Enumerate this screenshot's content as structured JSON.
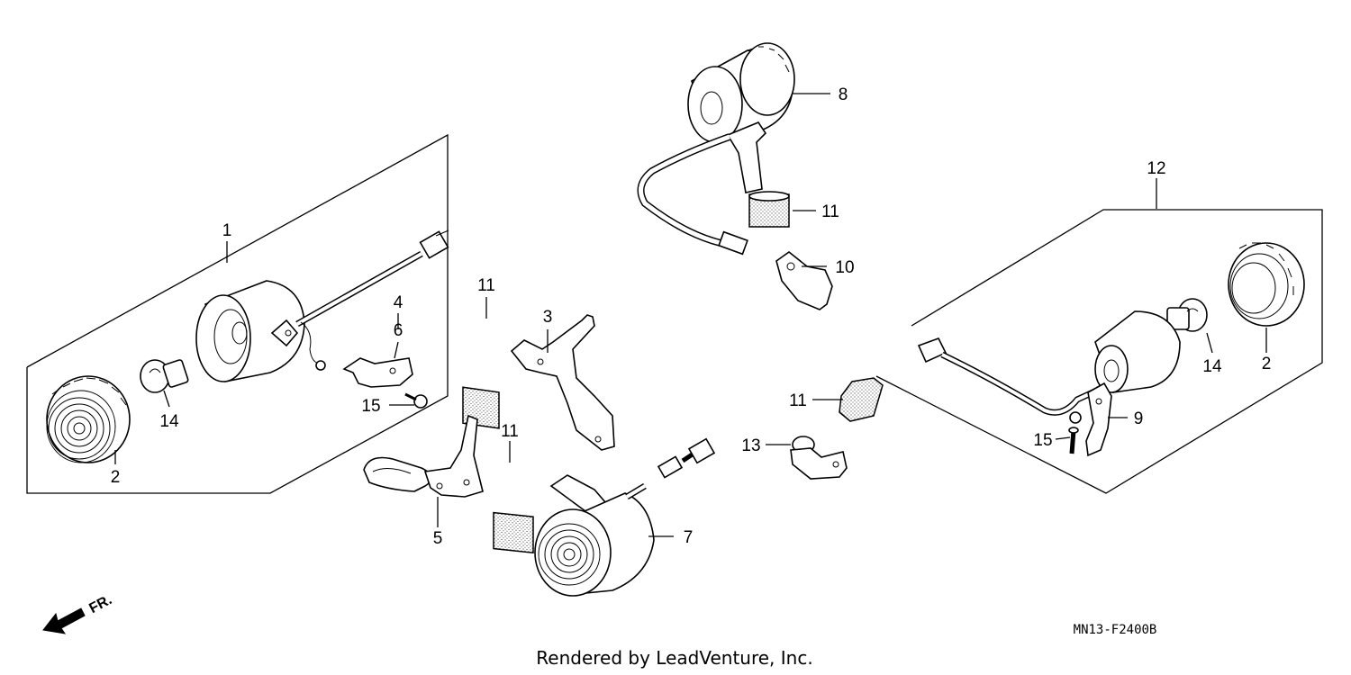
{
  "callouts": {
    "c1": "1",
    "c2_left": "2",
    "c2_right": "2",
    "c3": "3",
    "c4": "4",
    "c5": "5",
    "c6": "6",
    "c7": "7",
    "c8": "8",
    "c9": "9",
    "c10": "10",
    "c11_a": "11",
    "c11_b": "11",
    "c11_c": "11",
    "c11_d": "11",
    "c12": "12",
    "c13": "13",
    "c14_left": "14",
    "c14_right": "14",
    "c15_left": "15",
    "c15_right": "15"
  },
  "diagram_code": "MN13-F2400B",
  "direction_label": "FR.",
  "credit": "Rendered by LeadVenture, Inc."
}
